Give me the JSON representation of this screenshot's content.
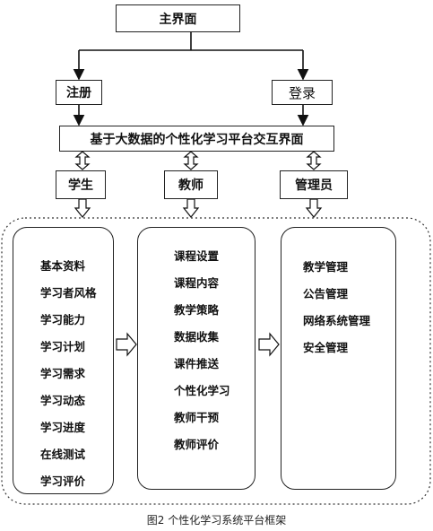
{
  "diagram": {
    "top_box": "主界面",
    "register": "注册",
    "login": "登录",
    "platform": "基于大数据的个性化学习平台交互界面",
    "roles": {
      "student": "学生",
      "teacher": "教师",
      "admin": "管理员"
    },
    "student_items": [
      "基本资料",
      "学习者风格",
      "学习能力",
      "学习计划",
      "学习需求",
      "学习动态",
      "学习进度",
      "在线测试",
      "学习评价"
    ],
    "teacher_items": [
      "课程设置",
      "课程内容",
      "教学策略",
      "数据收集",
      "课件推送",
      "个性化学习",
      "教师干预",
      "教师评价"
    ],
    "admin_items": [
      "教学管理",
      "公告管理",
      "网络系统管理",
      "安全管理"
    ]
  },
  "caption": "图2  个性化学习系统平台框架"
}
